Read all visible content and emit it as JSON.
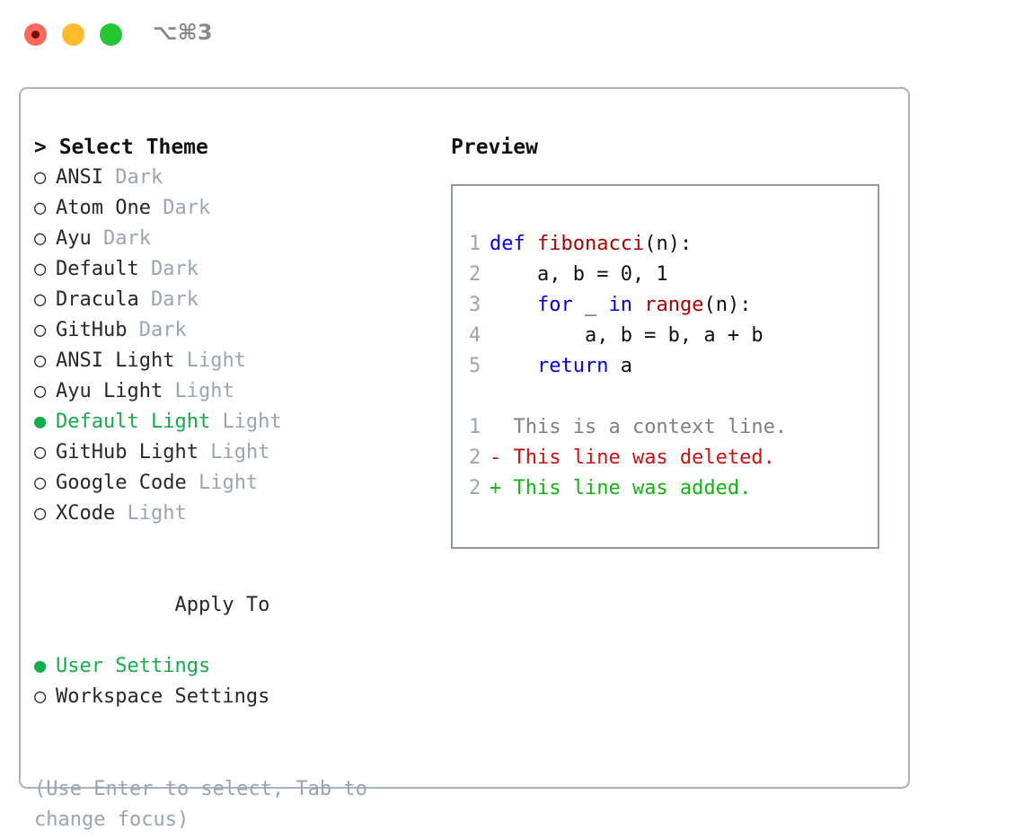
{
  "window": {
    "shortcut_label": "⌥⌘3",
    "traffic_lights": [
      {
        "name": "close",
        "color": "#fc6a5d"
      },
      {
        "name": "minimize",
        "color": "#fdbc2d"
      },
      {
        "name": "maximize",
        "color": "#24c633"
      }
    ]
  },
  "colors": {
    "accent_selected": "#14ad49",
    "muted_text": "#9aa5b4",
    "body_text": "#26282c",
    "panel_border": "#a8b2c1",
    "preview_border": "#8e9aab",
    "keyword": "#0000f0",
    "function": "#b00000",
    "plain": "#101010",
    "diff_context": "#808080",
    "diff_deleted": "#cc1111",
    "diff_added": "#11b511"
  },
  "theme_selector": {
    "heading": "> Select Theme",
    "marker_selected": "●",
    "marker_unselected": "○",
    "items": [
      {
        "name": "ANSI",
        "variant": "Dark",
        "selected": false
      },
      {
        "name": "Atom One",
        "variant": "Dark",
        "selected": false
      },
      {
        "name": "Ayu",
        "variant": "Dark",
        "selected": false
      },
      {
        "name": "Default",
        "variant": "Dark",
        "selected": false
      },
      {
        "name": "Dracula",
        "variant": "Dark",
        "selected": false
      },
      {
        "name": "GitHub",
        "variant": "Dark",
        "selected": false
      },
      {
        "name": "ANSI Light",
        "variant": "Light",
        "selected": false
      },
      {
        "name": "Ayu Light",
        "variant": "Light",
        "selected": false
      },
      {
        "name": "Default Light",
        "variant": "Light",
        "selected": true
      },
      {
        "name": "GitHub Light",
        "variant": "Light",
        "selected": false
      },
      {
        "name": "Google Code",
        "variant": "Light",
        "selected": false
      },
      {
        "name": "XCode",
        "variant": "Light",
        "selected": false
      }
    ]
  },
  "apply_to": {
    "heading": "Apply To",
    "items": [
      {
        "name": "User Settings",
        "selected": true
      },
      {
        "name": "Workspace Settings",
        "selected": false
      }
    ]
  },
  "hint": "(Use Enter to select, Tab to change focus)",
  "preview": {
    "heading": "Preview",
    "code_lines": [
      {
        "num": "1",
        "tokens": [
          {
            "t": "def ",
            "c": "kw"
          },
          {
            "t": "fibonacci",
            "c": "fn"
          },
          {
            "t": "(n):",
            "c": "pl"
          }
        ]
      },
      {
        "num": "2",
        "tokens": [
          {
            "t": "    a, b = 0, 1",
            "c": "pl"
          }
        ]
      },
      {
        "num": "3",
        "tokens": [
          {
            "t": "    ",
            "c": "pl"
          },
          {
            "t": "for",
            "c": "kw"
          },
          {
            "t": " _ ",
            "c": "pl"
          },
          {
            "t": "in",
            "c": "kw"
          },
          {
            "t": " ",
            "c": "pl"
          },
          {
            "t": "range",
            "c": "fn"
          },
          {
            "t": "(n):",
            "c": "pl"
          }
        ]
      },
      {
        "num": "4",
        "tokens": [
          {
            "t": "        a, b = b, a + b",
            "c": "pl"
          }
        ]
      },
      {
        "num": "5",
        "tokens": [
          {
            "t": "    ",
            "c": "pl"
          },
          {
            "t": "return",
            "c": "kw"
          },
          {
            "t": " a",
            "c": "pl"
          }
        ]
      }
    ],
    "diff_lines": [
      {
        "num": "1",
        "marker": " ",
        "text": " This is a context line.",
        "c": "ctx"
      },
      {
        "num": "2",
        "marker": "-",
        "text": " This line was deleted.",
        "c": "del"
      },
      {
        "num": "2",
        "marker": "+",
        "text": " This line was added.",
        "c": "add"
      }
    ]
  }
}
